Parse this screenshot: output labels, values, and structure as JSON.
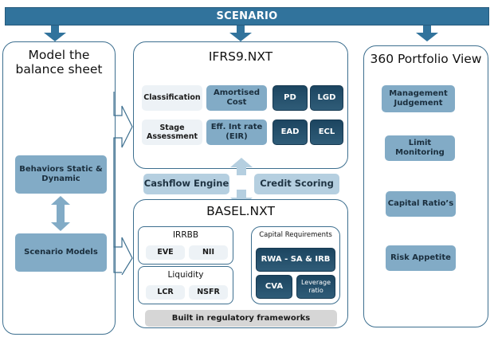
{
  "banner": {
    "label": "SCENARIO"
  },
  "left_panel": {
    "title": "Model the balance sheet",
    "items": [
      {
        "label": "Behaviors Static & Dynamic"
      },
      {
        "label": "Scenario Models"
      }
    ]
  },
  "ifrs9": {
    "title": "IFRS9.NXT",
    "cells": [
      {
        "label": "Classification"
      },
      {
        "label": "Amortised Cost"
      },
      {
        "label": "PD"
      },
      {
        "label": "LGD"
      },
      {
        "label": "Stage Assessment"
      },
      {
        "label": "Eff. Int rate (EIR)"
      },
      {
        "label": "EAD"
      },
      {
        "label": "ECL"
      }
    ]
  },
  "engines": [
    {
      "label": "Cashflow Engine"
    },
    {
      "label": "Credit Scoring"
    }
  ],
  "basel": {
    "title": "BASEL.NXT",
    "irrbb": {
      "title": "IRRBB",
      "items": [
        {
          "label": "EVE"
        },
        {
          "label": "NII"
        }
      ]
    },
    "liquidity": {
      "title": "Liquidity",
      "items": [
        {
          "label": "LCR"
        },
        {
          "label": "NSFR"
        }
      ]
    },
    "capital": {
      "title": "Capital Requirements",
      "items": [
        {
          "label": "RWA - SA & IRB"
        },
        {
          "label": "CVA"
        },
        {
          "label": "Leverage ratio"
        }
      ]
    },
    "footer": "Built in regulatory frameworks"
  },
  "right_panel": {
    "title": "360 Portfolio View",
    "items": [
      {
        "label": "Management Judgement"
      },
      {
        "label": "Limit Monitoring"
      },
      {
        "label": "Capital Ratio’s"
      },
      {
        "label": "Risk Appetite"
      }
    ]
  },
  "colors": {
    "banner": "#31739c",
    "border": "#3d6f8f",
    "mid_box": "#82abc6",
    "dark_box": "#1c4560",
    "pale_box": "#b5cfe0",
    "light_box": "#edf2f6",
    "grey_box": "#d6d6d6"
  }
}
